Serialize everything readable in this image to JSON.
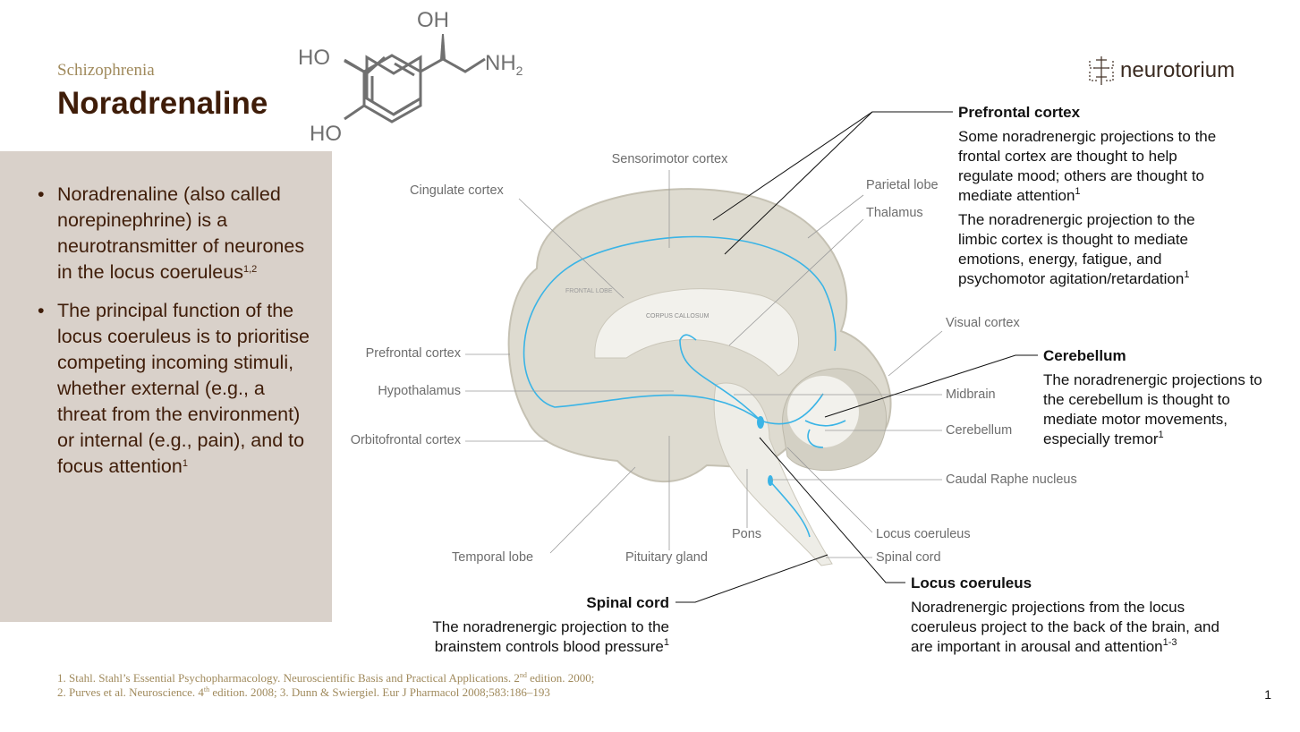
{
  "header": {
    "section": "Schizophrenia",
    "title": "Noradrenaline"
  },
  "molecule": {
    "oh_top": "OH",
    "ho_upper": "HO",
    "ho_lower": "HO",
    "nh2": "NH",
    "nh2_sub": "2"
  },
  "logo": {
    "text": "neurotorium"
  },
  "bullets": [
    {
      "text": "Noradrenaline (also called norepinephrine) is a neurotransmitter of neurones in the locus coeruleus",
      "sup": "1,2"
    },
    {
      "text": "The principal function of the locus coeruleus is to prioritise competing incoming stimuli, whether external (e.g., a threat from the environment) or internal (e.g., pain), and to focus attention",
      "sup": "1"
    }
  ],
  "diagram_labels": {
    "sensorimotor": "Sensorimotor cortex",
    "cingulate": "Cingulate cortex",
    "parietal": "Parietal lobe",
    "thalamus": "Thalamus",
    "visual": "Visual cortex",
    "prefrontal": "Prefrontal cortex",
    "hypothalamus": "Hypothalamus",
    "midbrain": "Midbrain",
    "orbitofrontal": "Orbitofrontal cortex",
    "cerebellum": "Cerebellum",
    "raphe": "Caudal Raphe nucleus",
    "pons": "Pons",
    "locus": "Locus coeruleus",
    "temporal": "Temporal lobe",
    "pituitary": "Pituitary gland",
    "spinal": "Spinal cord",
    "frontal_lobe": "FRONTAL LOBE",
    "corpus_callosum": "CORPUS CALLOSUM"
  },
  "annotations": {
    "prefrontal": {
      "title": "Prefrontal cortex",
      "p1": "Some noradrenergic projections to the frontal cortex are thought to help regulate mood; others are thought to mediate attention",
      "p1_sup": "1",
      "p2": "The noradrenergic projection to the limbic cortex is thought to mediate emotions, energy, fatigue, and psychomotor agitation/retardation",
      "p2_sup": "1"
    },
    "cerebellum": {
      "title": "Cerebellum",
      "p": "The noradrenergic projections to the cerebellum is thought to mediate motor movements, especially tremor",
      "sup": "1"
    },
    "locus": {
      "title": "Locus coeruleus",
      "p": "Noradrenergic projections from the locus coeruleus project to the back of the brain, and are important in arousal and attention",
      "sup": "1-3"
    },
    "spinal": {
      "title": "Spinal cord",
      "p": "The noradrenergic projection to the brainstem controls blood pressure",
      "sup": "1"
    }
  },
  "references": {
    "line1_a": "1. Stahl. Stahl’s Essential Psychopharmacology. Neuroscientific Basis and Practical Applications. 2",
    "line1_sup": "nd",
    "line1_b": " edition. 2000;",
    "line2_a": "2. Purves et al. Neuroscience. 4",
    "line2_sup": "th",
    "line2_b": " edition. 2008; 3. Dunn & Swiergiel. Eur J Pharmacol 2008;583:186–193"
  },
  "page_number": "1",
  "colors": {
    "title": "#3f1d09",
    "accent": "#a08a5c",
    "panel": "#d9d1ca",
    "pathway": "#3ab4e6"
  }
}
